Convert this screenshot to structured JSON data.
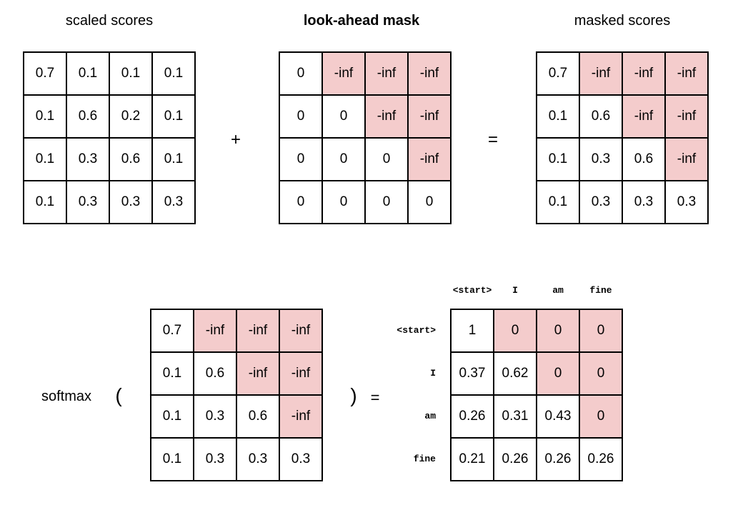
{
  "colors": {
    "mask_fill": "#f4cccc",
    "border": "#000000",
    "background": "#ffffff"
  },
  "top_row": {
    "scaled_scores": {
      "title": "scaled scores",
      "rows": [
        [
          "0.7",
          "0.1",
          "0.1",
          "0.1"
        ],
        [
          "0.1",
          "0.6",
          "0.2",
          "0.1"
        ],
        [
          "0.1",
          "0.3",
          "0.6",
          "0.1"
        ],
        [
          "0.1",
          "0.3",
          "0.3",
          "0.3"
        ]
      ],
      "mask": [
        [
          0,
          0,
          0,
          0
        ],
        [
          0,
          0,
          0,
          0
        ],
        [
          0,
          0,
          0,
          0
        ],
        [
          0,
          0,
          0,
          0
        ]
      ]
    },
    "plus_sign": "+",
    "look_ahead_mask": {
      "title": "look-ahead mask",
      "rows": [
        [
          "0",
          "-inf",
          "-inf",
          "-inf"
        ],
        [
          "0",
          "0",
          "-inf",
          "-inf"
        ],
        [
          "0",
          "0",
          "0",
          "-inf"
        ],
        [
          "0",
          "0",
          "0",
          "0"
        ]
      ],
      "mask": [
        [
          0,
          1,
          1,
          1
        ],
        [
          0,
          0,
          1,
          1
        ],
        [
          0,
          0,
          0,
          1
        ],
        [
          0,
          0,
          0,
          0
        ]
      ]
    },
    "equals_sign": "=",
    "masked_scores": {
      "title": "masked scores",
      "rows": [
        [
          "0.7",
          "-inf",
          "-inf",
          "-inf"
        ],
        [
          "0.1",
          "0.6",
          "-inf",
          "-inf"
        ],
        [
          "0.1",
          "0.3",
          "0.6",
          "-inf"
        ],
        [
          "0.1",
          "0.3",
          "0.3",
          "0.3"
        ]
      ],
      "mask": [
        [
          0,
          1,
          1,
          1
        ],
        [
          0,
          0,
          1,
          1
        ],
        [
          0,
          0,
          0,
          1
        ],
        [
          0,
          0,
          0,
          0
        ]
      ]
    }
  },
  "bottom_row": {
    "softmax_label": "softmax",
    "open_paren": "(",
    "close_paren": ")",
    "equals_sign": "=",
    "input_matrix": {
      "rows": [
        [
          "0.7",
          "-inf",
          "-inf",
          "-inf"
        ],
        [
          "0.1",
          "0.6",
          "-inf",
          "-inf"
        ],
        [
          "0.1",
          "0.3",
          "0.6",
          "-inf"
        ],
        [
          "0.1",
          "0.3",
          "0.3",
          "0.3"
        ]
      ],
      "mask": [
        [
          0,
          1,
          1,
          1
        ],
        [
          0,
          0,
          1,
          1
        ],
        [
          0,
          0,
          0,
          1
        ],
        [
          0,
          0,
          0,
          0
        ]
      ]
    },
    "result": {
      "col_labels": [
        "<start>",
        "I",
        "am",
        "fine"
      ],
      "row_labels": [
        "<start>",
        "I",
        "am",
        "fine"
      ],
      "rows": [
        [
          "1",
          "0",
          "0",
          "0"
        ],
        [
          "0.37",
          "0.62",
          "0",
          "0"
        ],
        [
          "0.26",
          "0.31",
          "0.43",
          "0"
        ],
        [
          "0.21",
          "0.26",
          "0.26",
          "0.26"
        ]
      ],
      "mask": [
        [
          0,
          1,
          1,
          1
        ],
        [
          0,
          0,
          1,
          1
        ],
        [
          0,
          0,
          0,
          1
        ],
        [
          0,
          0,
          0,
          0
        ]
      ]
    }
  }
}
